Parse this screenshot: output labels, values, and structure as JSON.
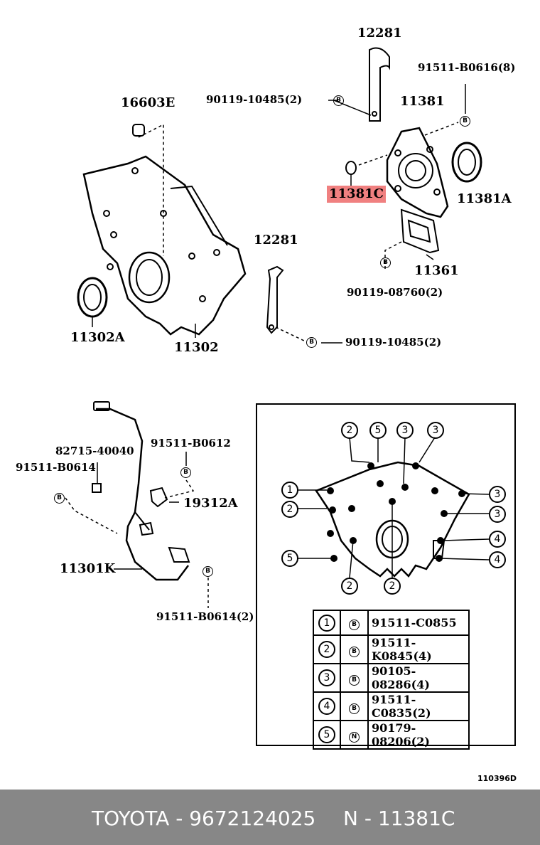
{
  "labels": {
    "p12281_top": "12281",
    "p91511_b0616": "91511-B0616(8)",
    "p16603e": "16603E",
    "p90119_10485_top": "90119-10485(2)",
    "p11381": "11381",
    "p11381c": "11381C",
    "p11381a": "11381A",
    "p12281_mid": "12281",
    "p11361": "11361",
    "p90119_08760": "90119-08760(2)",
    "p11302a": "11302A",
    "p11302": "11302",
    "p90119_10485_bot": "90119-10485(2)",
    "p82715": "82715-40040",
    "p91511_b0612": "91511-B0612",
    "p91511_b0614": "91511-B0614",
    "p19312a": "19312A",
    "p11301k": "11301K",
    "p91511_b0614_2": "91511-B0614(2)"
  },
  "bolt_symbols": {
    "b": "B",
    "n": "N"
  },
  "inset_callouts": [
    "1",
    "2",
    "3",
    "4",
    "5"
  ],
  "legend": [
    {
      "num": "1",
      "sym": "B",
      "part": "91511-C0855"
    },
    {
      "num": "2",
      "sym": "B",
      "part": "91511-K0845(4)"
    },
    {
      "num": "3",
      "sym": "B",
      "part": "90105-08286(4)"
    },
    {
      "num": "4",
      "sym": "B",
      "part": "91511-C0835(2)"
    },
    {
      "num": "5",
      "sym": "N",
      "part": "90179-08206(2)"
    }
  ],
  "image_code": "110396D",
  "footer": {
    "brand_part": "TOYOTA - 9672124025",
    "ref": "N - 11381C"
  },
  "colors": {
    "highlight": "#f08080",
    "footer_bg": "#878787",
    "footer_text": "#ffffff"
  }
}
